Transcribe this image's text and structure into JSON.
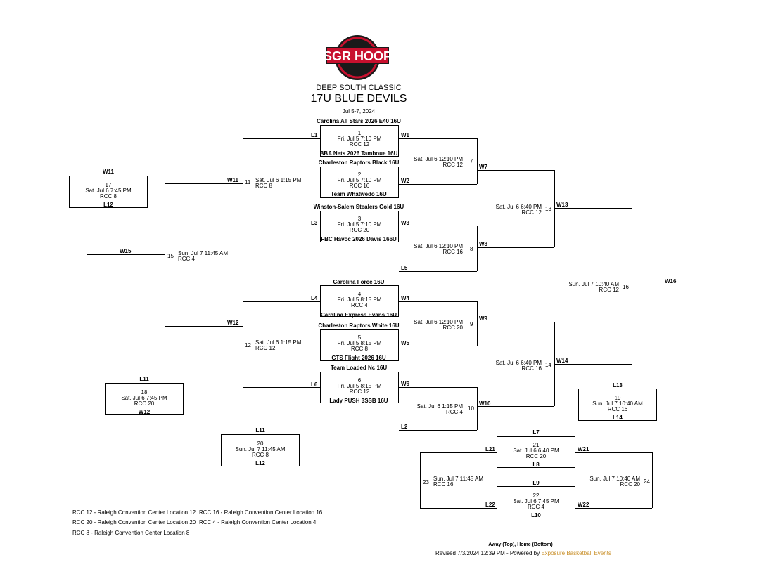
{
  "header": {
    "logo_text": "ASGR HOOPS",
    "event_name": "DEEP SOUTH CLASSIC",
    "division": "17U BLUE DEVILS",
    "dates": "Jul 5-7, 2024"
  },
  "colors": {
    "logo_red": "#c8102e",
    "logo_dark": "#1a1a1a",
    "brand_link": "#c9902a"
  },
  "games": {
    "g1": {
      "num": "1",
      "time": "Fri. Jul 5 7:10 PM",
      "court": "RCC 12",
      "top": "Carolina All Stars 2026 E40 16U",
      "bottom": "BBA Nets 2026 Tamboue 16U"
    },
    "g2": {
      "num": "2",
      "time": "Fri. Jul 5 7:10 PM",
      "court": "RCC 16",
      "top": "Charleston Raptors Black 16U",
      "bottom": "Team Whatwedo 16U"
    },
    "g3": {
      "num": "3",
      "time": "Fri. Jul 5 7:10 PM",
      "court": "RCC 20",
      "top": "Winston-Salem Stealers Gold 16U",
      "bottom": "FBC Havoc 2026 Davis 166U"
    },
    "g4": {
      "num": "4",
      "time": "Fri. Jul 5 8:15 PM",
      "court": "RCC 4",
      "top": "Carolina Force 16U",
      "bottom": "Carolina Express Evans 16U"
    },
    "g5": {
      "num": "5",
      "time": "Fri. Jul 5 8:15 PM",
      "court": "RCC 8",
      "top": "Charleston Raptors White 16U",
      "bottom": "GTS Flight 2026 16U"
    },
    "g6": {
      "num": "6",
      "time": "Fri. Jul 5 8:15 PM",
      "court": "RCC 12",
      "top": "Team Loaded Nc 16U",
      "bottom": "Lady PUSH 3SSB 16U"
    },
    "g7": {
      "num": "7",
      "time": "Sat. Jul 6 12:10 PM",
      "court": "RCC 12"
    },
    "g8": {
      "num": "8",
      "time": "Sat. Jul 6 12:10 PM",
      "court": "RCC 16"
    },
    "g9": {
      "num": "9",
      "time": "Sat. Jul 6 12:10 PM",
      "court": "RCC 20"
    },
    "g10": {
      "num": "10",
      "time": "Sat. Jul 6 1:15 PM",
      "court": "RCC 4"
    },
    "g11": {
      "num": "11",
      "time": "Sat. Jul 6 1:15 PM",
      "court": "RCC 8"
    },
    "g12": {
      "num": "12",
      "time": "Sat. Jul 6 1:15 PM",
      "court": "RCC 12"
    },
    "g13": {
      "num": "13",
      "time": "Sat. Jul 6 6:40 PM",
      "court": "RCC 12"
    },
    "g14": {
      "num": "14",
      "time": "Sat. Jul 6 6:40 PM",
      "court": "RCC 16"
    },
    "g15": {
      "num": "15",
      "time": "Sun. Jul 7 11:45 AM",
      "court": "RCC 4"
    },
    "g16": {
      "num": "16",
      "time": "Sun. Jul 7 10:40 AM",
      "court": "RCC 12"
    },
    "g17": {
      "num": "17",
      "time": "Sat. Jul 6 7:45 PM",
      "court": "RCC 8",
      "top": "W11",
      "bottom": "L12"
    },
    "g18": {
      "num": "18",
      "time": "Sat. Jul 6 7:45 PM",
      "court": "RCC 20",
      "top": "L11",
      "bottom": "W12"
    },
    "g19": {
      "num": "19",
      "time": "Sun. Jul 7 10:40 AM",
      "court": "RCC 16",
      "top": "L13",
      "bottom": "L14"
    },
    "g20": {
      "num": "20",
      "time": "Sun. Jul 7 11:45 AM",
      "court": "RCC 8",
      "top": "L11",
      "bottom": "L12"
    },
    "g21": {
      "num": "21",
      "time": "Sat. Jul 6 6:40 PM",
      "court": "RCC 20",
      "top": "L7",
      "bottom": "L8"
    },
    "g22": {
      "num": "22",
      "time": "Sat. Jul 6 7:45 PM",
      "court": "RCC 4",
      "top": "L9",
      "bottom": "L10"
    },
    "g23": {
      "num": "23",
      "time": "Sun. Jul 7 11:45 AM",
      "court": "RCC 16"
    },
    "g24": {
      "num": "24",
      "time": "Sun. Jul 7 10:40 AM",
      "court": "RCC 20"
    }
  },
  "labels": {
    "L1": "L1",
    "W1": "W1",
    "L3": "L3",
    "W3": "W3",
    "L4": "L4",
    "W4": "W4",
    "L6": "L6",
    "W6": "W6",
    "W2": "W2",
    "W5": "W5",
    "L2": "L2",
    "L5": "L5",
    "W7": "W7",
    "W8": "W8",
    "W9": "W9",
    "W10": "W10",
    "W11": "W11",
    "W12": "W12",
    "W13": "W13",
    "W14": "W14",
    "W15": "W15",
    "W16": "W16",
    "L21": "L21",
    "W21": "W21",
    "L22": "L22",
    "W22": "W22"
  },
  "legend": [
    "RCC 12 - Raleigh Convention Center Location 12",
    "RCC 16 - Raleigh Convention Center Location 16",
    "RCC 20 - Raleigh Convention Center Location 20",
    "RCC 4 - Raleigh Convention Center Location 4",
    "RCC 8 - Raleigh Convention Center Location 8"
  ],
  "footer": {
    "note": "Away (Top), Home (Bottom)",
    "revised": "Revised 7/3/2024 12:39 PM - Powered by ",
    "brand": "Exposure Basketball Events"
  }
}
